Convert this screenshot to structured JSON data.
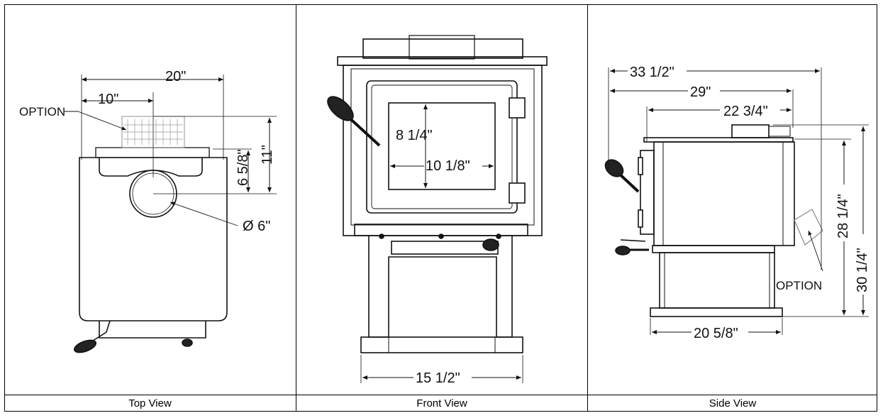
{
  "views": [
    {
      "caption": "Top View"
    },
    {
      "caption": "Front View"
    },
    {
      "caption": "Side View"
    }
  ],
  "top_view": {
    "dim_width": "20\"",
    "dim_center": "10\"",
    "dim_depth_flue": "6 5/8\"",
    "dim_depth_total": "11\"",
    "dim_flue_dia": "Ø 6\"",
    "option_label": "OPTION"
  },
  "front_view": {
    "dim_glass_height": "8 1/4\"",
    "dim_glass_width": "10 1/8\"",
    "dim_base_width": "15 1/2\""
  },
  "side_view": {
    "dim_overall_depth": "33 1/2\"",
    "dim_mid_depth": "29\"",
    "dim_body_depth": "22 3/4\"",
    "dim_height_body": "28 1/4\"",
    "dim_height_total": "30 1/4\"",
    "dim_base_depth": "20 5/8\"",
    "option_label": "OPTION"
  }
}
